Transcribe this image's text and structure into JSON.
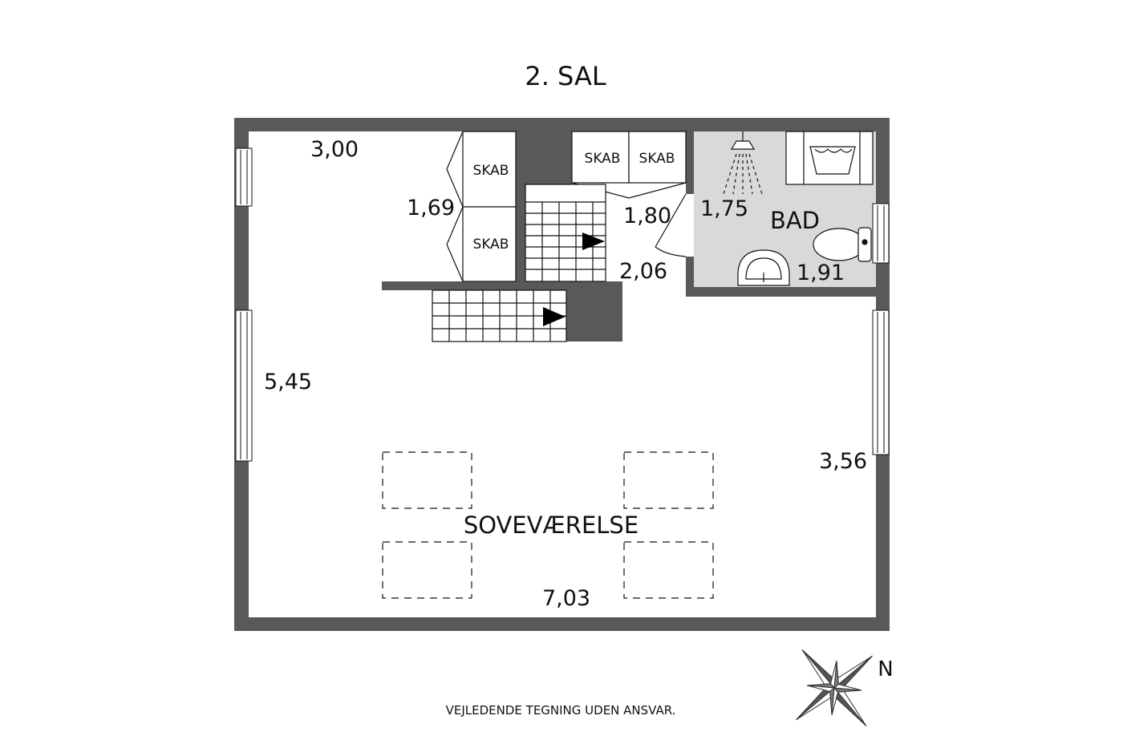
{
  "floor_title": "2. SAL",
  "disclaimer": "VEJLEDENDE TEGNING UDEN ANSVAR.",
  "compass": {
    "north_label": "N"
  },
  "rooms": {
    "bedroom": "SOVEVÆRELSE",
    "bathroom": "BAD"
  },
  "cabinets": [
    "SKAB",
    "SKAB",
    "SKAB",
    "SKAB"
  ],
  "dimensions": {
    "bedroom_top": "3,00",
    "cabinet_depth": "1,69",
    "bedroom_left": "5,45",
    "bedroom_right": "3,56",
    "bedroom_bottom": "7,03",
    "hall_width": "1,80",
    "hall_depth": "2,06",
    "bath_width": "1,75",
    "bath_depth": "1,91"
  },
  "colors": {
    "wall": "#595959",
    "bath_floor": "#d9d9d9",
    "line": "#111111"
  }
}
